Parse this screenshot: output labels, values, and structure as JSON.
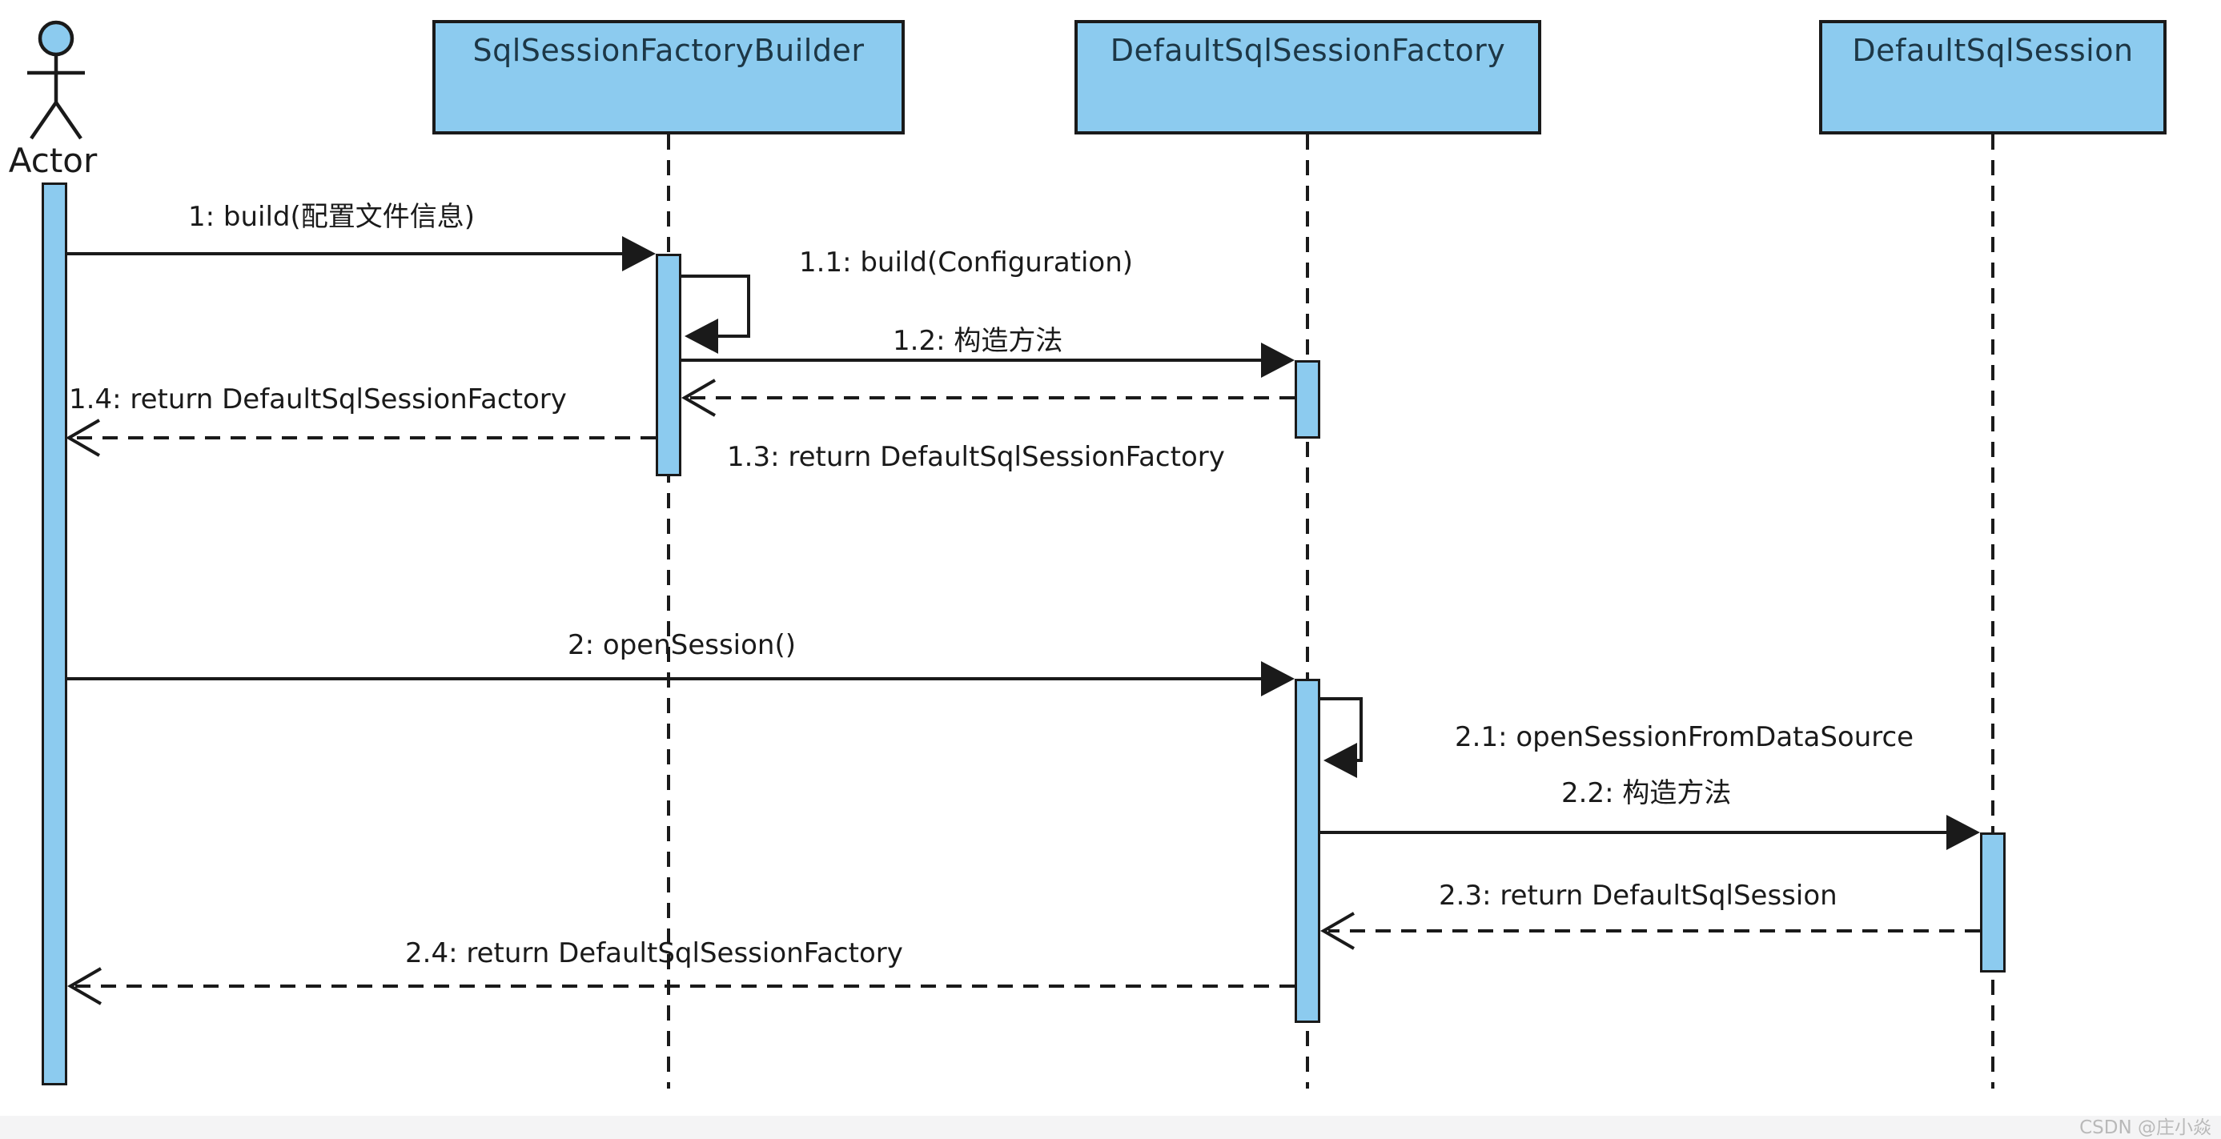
{
  "diagram": {
    "type": "uml-sequence",
    "actor": {
      "label": "Actor"
    },
    "lifelines": [
      {
        "name": "SqlSessionFactoryBuilder"
      },
      {
        "name": "DefaultSqlSessionFactory"
      },
      {
        "name": "DefaultSqlSession"
      }
    ],
    "messages": [
      {
        "seq": "1",
        "label": "1: build(配置文件信息)",
        "type": "sync",
        "from": "Actor",
        "to": "SqlSessionFactoryBuilder"
      },
      {
        "seq": "1.1",
        "label": "1.1: build(Configuration)",
        "type": "self",
        "from": "SqlSessionFactoryBuilder",
        "to": "SqlSessionFactoryBuilder"
      },
      {
        "seq": "1.2",
        "label": "1.2: 构造方法",
        "type": "sync",
        "from": "SqlSessionFactoryBuilder",
        "to": "DefaultSqlSessionFactory"
      },
      {
        "seq": "1.3",
        "label": "1.3: return DefaultSqlSessionFactory",
        "type": "return",
        "from": "DefaultSqlSessionFactory",
        "to": "SqlSessionFactoryBuilder"
      },
      {
        "seq": "1.4",
        "label": "1.4: return DefaultSqlSessionFactory",
        "type": "return",
        "from": "SqlSessionFactoryBuilder",
        "to": "Actor"
      },
      {
        "seq": "2",
        "label": "2: openSession()",
        "type": "sync",
        "from": "Actor",
        "to": "DefaultSqlSessionFactory"
      },
      {
        "seq": "2.1",
        "label": "2.1: openSessionFromDataSource",
        "type": "self",
        "from": "DefaultSqlSessionFactory",
        "to": "DefaultSqlSessionFactory"
      },
      {
        "seq": "2.2",
        "label": "2.2: 构造方法",
        "type": "sync",
        "from": "DefaultSqlSessionFactory",
        "to": "DefaultSqlSession"
      },
      {
        "seq": "2.3",
        "label": "2.3: return DefaultSqlSession",
        "type": "return",
        "from": "DefaultSqlSession",
        "to": "DefaultSqlSessionFactory"
      },
      {
        "seq": "2.4",
        "label": "2.4: return DefaultSqlSessionFactory",
        "type": "return",
        "from": "DefaultSqlSessionFactory",
        "to": "Actor"
      }
    ],
    "watermark": "CSDN @庄小焱",
    "colors": {
      "node_fill": "#8ccbef",
      "stroke": "#1a1a1a",
      "watermark": "#b9b9b9",
      "footer_strip": "#f4f4f5"
    }
  }
}
